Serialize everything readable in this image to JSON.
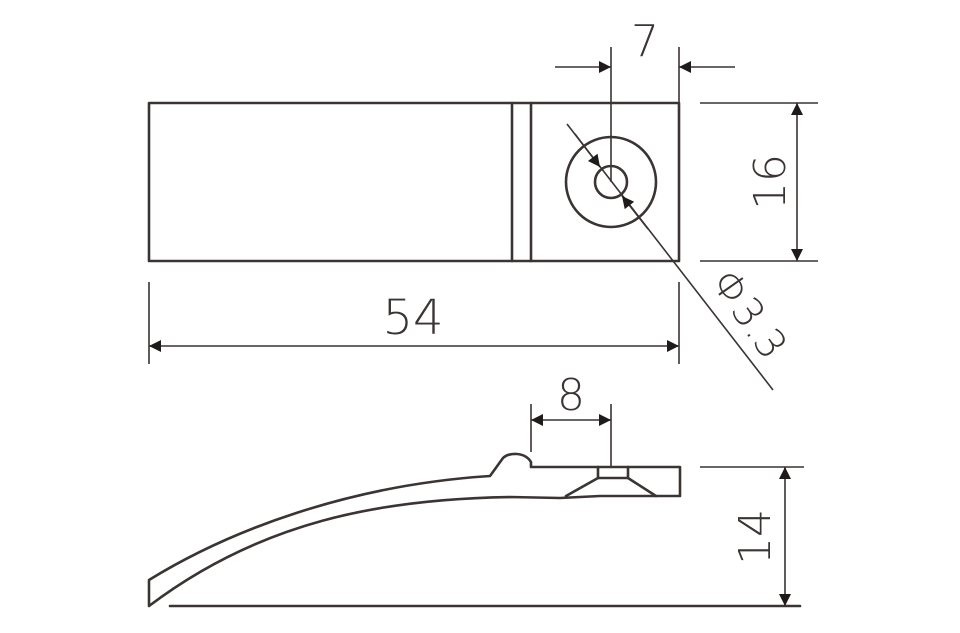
{
  "dimensions": {
    "hole_offset": "7",
    "width": "16",
    "length": "54",
    "hole_diameter": "Φ3.3",
    "countersink_width": "8",
    "height": "14"
  },
  "colors": {
    "line": "#3a3433",
    "arrow": "#1f1b1a",
    "background": "#ffffff"
  }
}
